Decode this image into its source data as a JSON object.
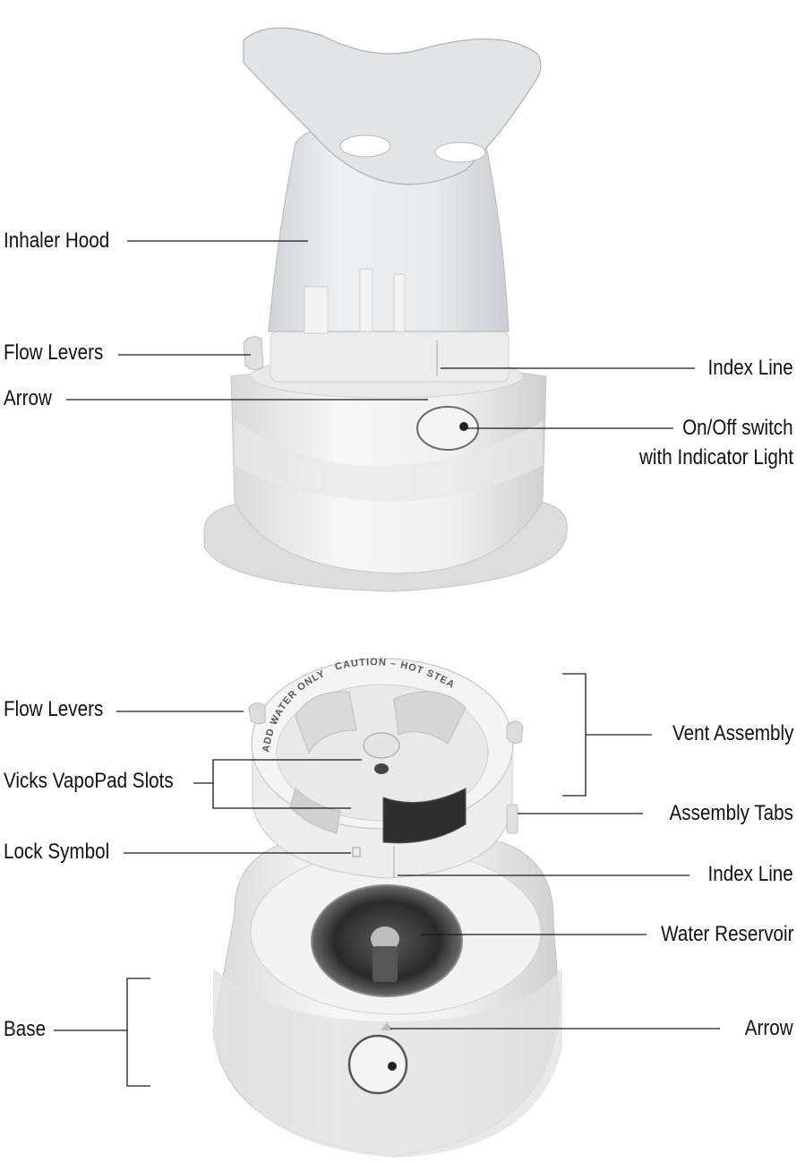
{
  "colors": {
    "background": "#ffffff",
    "label_text": "#111111",
    "leader_line": "#1a1a1a",
    "device_white": "#f2f2f2",
    "device_shadow": "#cfcfcf",
    "hood_clear": "#e4e6e8",
    "reservoir_dark": "#3a3a3a"
  },
  "top_figure": {
    "labels": {
      "inhaler_hood": "Inhaler Hood",
      "flow_levers": "Flow Levers",
      "arrow": "Arrow",
      "index_line": "Index Line",
      "switch_line1": "On/Off switch",
      "switch_line2": "with Indicator Light"
    }
  },
  "bottom_figure": {
    "labels": {
      "flow_levers": "Flow Levers",
      "vapopad_slots": "Vicks VapoPad Slots",
      "lock_symbol": "Lock Symbol",
      "base": "Base",
      "vent_assembly": "Vent Assembly",
      "assembly_tabs": "Assembly Tabs",
      "index_line": "Index Line",
      "water_reservoir": "Water Reservoir",
      "arrow": "Arrow"
    },
    "rim_text": {
      "left": "ADD WATER ONLY",
      "top": "CAUTION – HOT STEAM"
    }
  }
}
